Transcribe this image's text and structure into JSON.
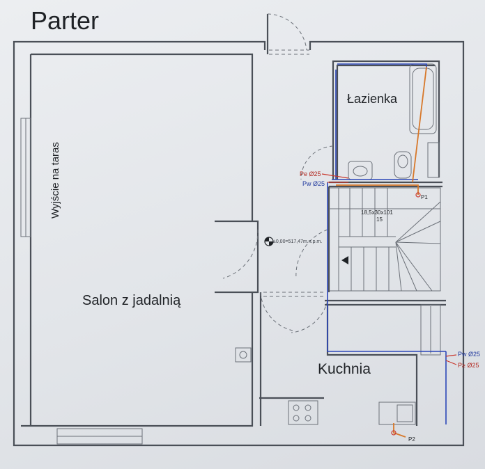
{
  "title": "Parter",
  "rooms": {
    "salon": "Salon z jadalnią",
    "lazienka": "Łazienka",
    "kuchnia": "Kuchnia",
    "taras": "Wyjście na taras"
  },
  "pipes": {
    "pe_upper": "Pe Ø25",
    "pw_upper": "Pw Ø25",
    "pw_right": "Pw Ø25",
    "pz_right": "P≥ Ø25",
    "p1": "P1",
    "p2": "P2"
  },
  "stairs": {
    "spec": "18,5x30x101",
    "count": "15"
  },
  "level_marker": "±0,00=517,47m.n.p.m.",
  "colors": {
    "wall": "#4a4f57",
    "water_supply": "#2b46b8",
    "sewage": "#d7782a",
    "label_red": "#c9362b"
  }
}
